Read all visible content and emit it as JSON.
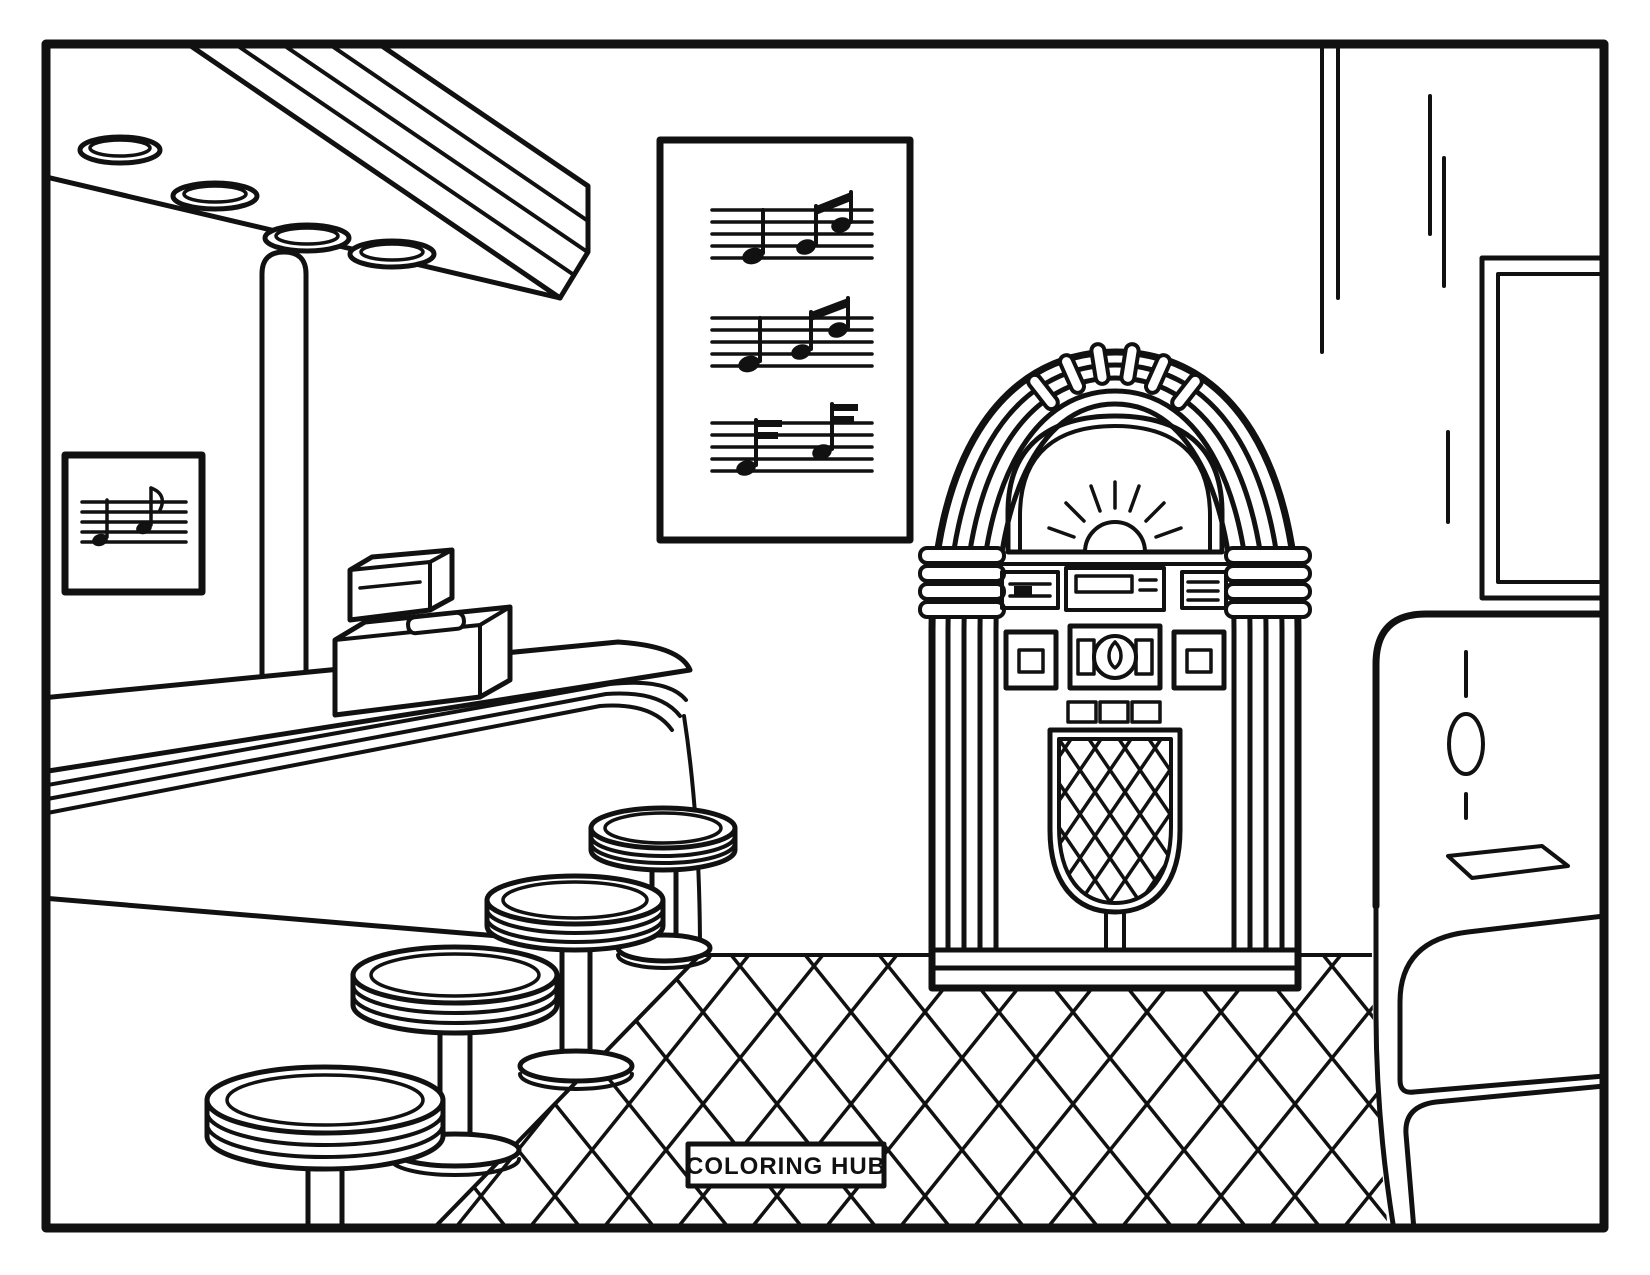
{
  "page": {
    "brand_label": "COLORING HUB"
  },
  "palette": {
    "line": "#111111",
    "background": "#ffffff"
  },
  "scene_objects": [
    "diner-counter",
    "cash-register",
    "bar-stool",
    "ceiling-light",
    "support-column",
    "framed-music-notes",
    "music-notes-poster",
    "jukebox",
    "checkered-floor",
    "booth-seat",
    "wall-shelf",
    "window-frame"
  ]
}
